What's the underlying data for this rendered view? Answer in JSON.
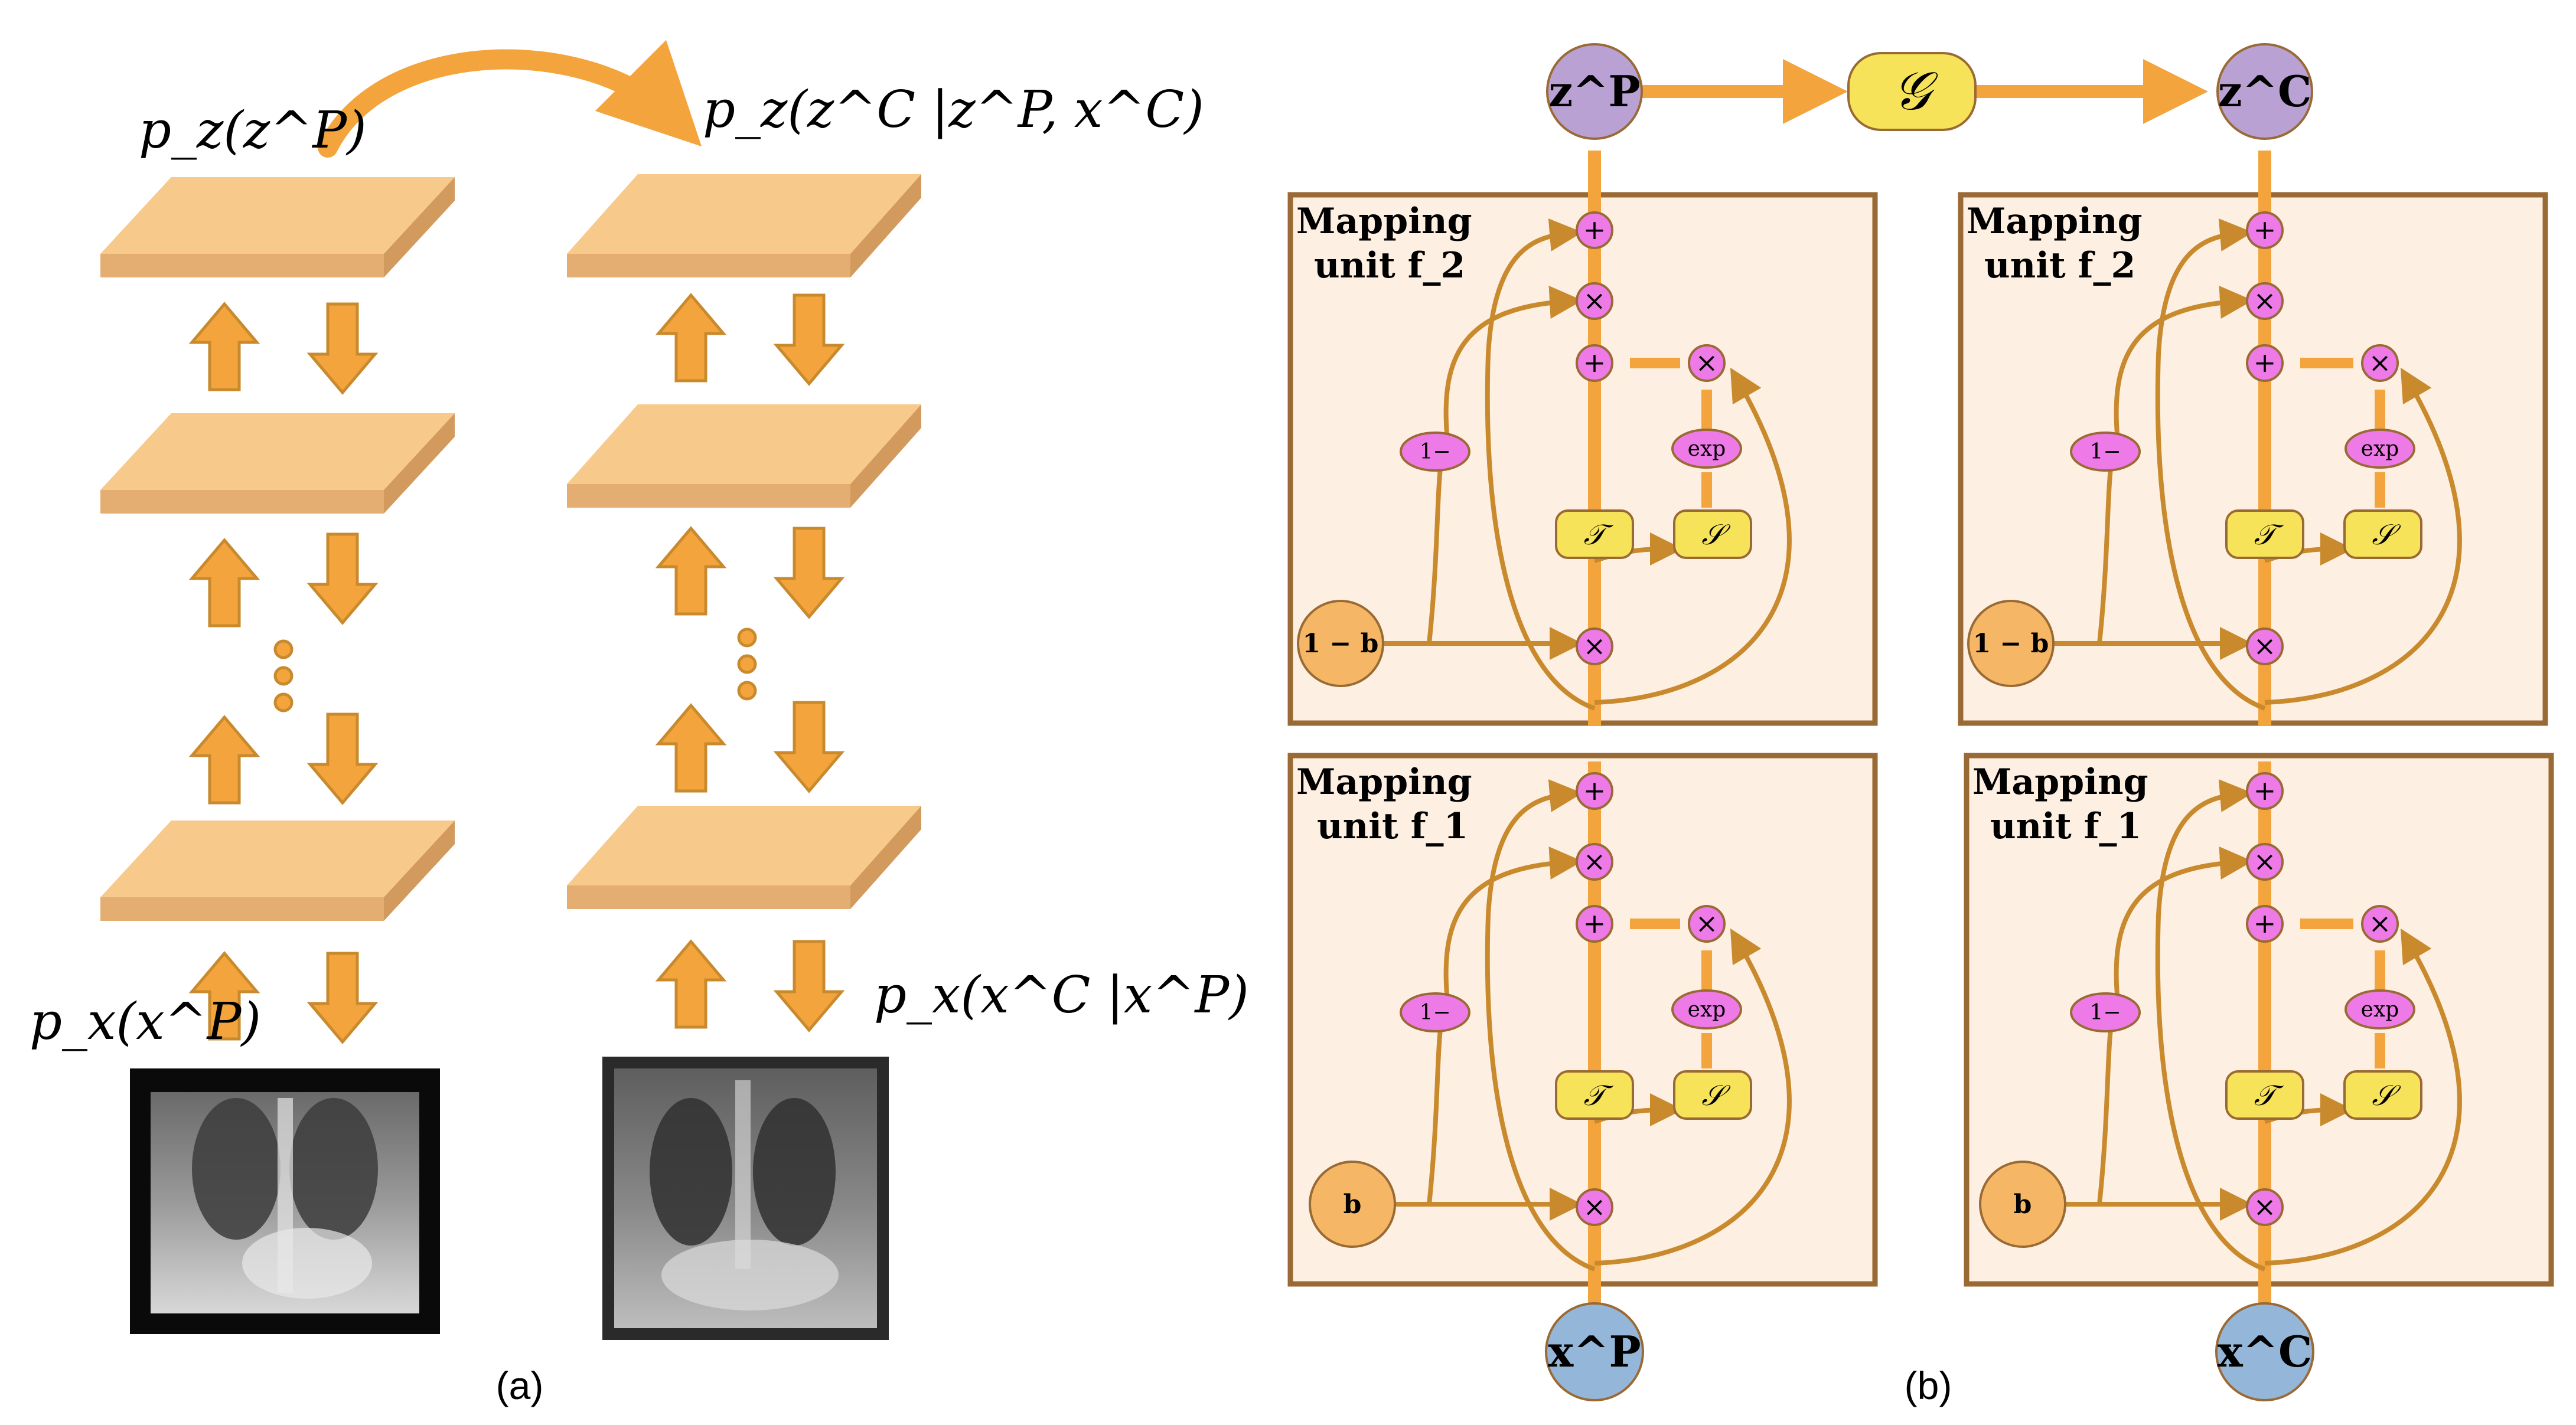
{
  "panel_a": {
    "caption": "(a)",
    "prior_label": "p_z(z^P)",
    "cond_prior_label": "p_z(z^C |z^P, x^C)",
    "lik_label": "p_x(x^P)",
    "cond_lik_label": "p_x(x^C |x^P)",
    "xray_left": "chest x-ray image (P)",
    "xray_right": "chest x-ray image (C)"
  },
  "panel_b": {
    "caption": "(b)",
    "node_zP": "z^P",
    "node_zC": "z^C",
    "node_G": "𝒢",
    "node_xP": "x^P",
    "node_xC": "x^C",
    "unit_f2_line1": "Mapping",
    "unit_f2_line2": "unit f_2",
    "unit_f1_line1": "Mapping",
    "unit_f1_line2": "unit f_1",
    "mask_top": "1 − b",
    "mask_bottom": "b",
    "op_plus": "+",
    "op_times": "×",
    "op_one_minus": "1−",
    "op_exp": "exp",
    "op_T": "𝒯",
    "op_S": "𝒮"
  },
  "colors": {
    "arrow_orange": "#f4a43c",
    "dark_orange": "#c98a2e",
    "layer_face": "#f7c98a",
    "layer_side": "#d9a06a",
    "unit_bg": "#fdf0e2",
    "unit_border": "#9a6a34",
    "op_pink": "#ee7ae8",
    "op_yellow": "#f6e35a",
    "node_purple": "#b9a1d4",
    "node_blue": "#94b6d9",
    "mask_orange": "#f5b766"
  }
}
